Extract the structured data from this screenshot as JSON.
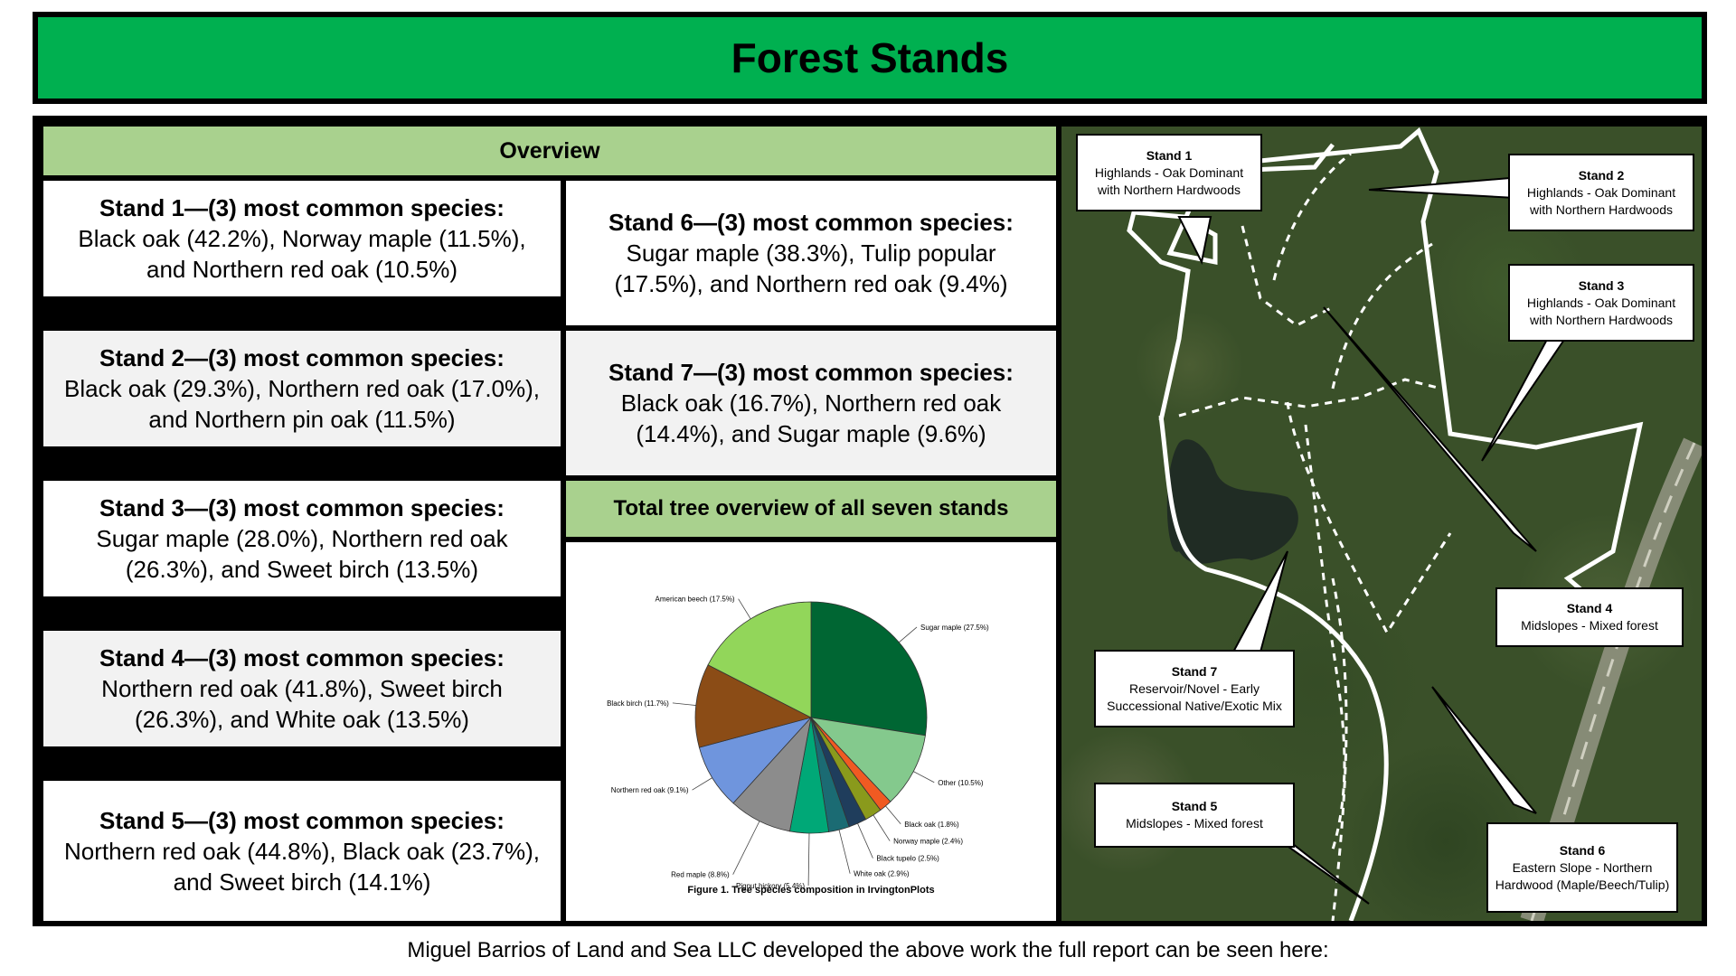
{
  "title": "Forest Stands",
  "overview_header": "Overview",
  "stands": [
    {
      "title": "Stand 1—(3) most common species:",
      "text": "Black oak (42.2%), Norway maple (11.5%), and Northern red oak (10.5%)"
    },
    {
      "title": "Stand 2—(3) most common species:",
      "text": "Black oak (29.3%), Northern red oak (17.0%), and Northern pin oak (11.5%)"
    },
    {
      "title": "Stand 3—(3) most common species:",
      "text": "Sugar maple (28.0%), Northern red oak (26.3%), and Sweet birch (13.5%)"
    },
    {
      "title": "Stand 4—(3) most common species:",
      "text": "Northern red oak (41.8%), Sweet birch (26.3%), and White oak (13.5%)"
    },
    {
      "title": "Stand 5—(3) most common species:",
      "text": "Northern red oak (44.8%), Black oak (23.7%), and Sweet birch (14.1%)"
    },
    {
      "title": "Stand 6—(3) most common species:",
      "text": "Sugar maple (38.3%), Tulip popular (17.5%), and Northern red oak (9.4%)"
    },
    {
      "title": "Stand 7—(3) most common species:",
      "text": "Black oak (16.7%), Northern red oak (14.4%), and Sugar maple (9.6%)"
    }
  ],
  "chart_header": "Total tree overview of all seven stands",
  "chart_data": {
    "type": "pie",
    "caption": "Figure 1. Tree species composition in IrvingtonPlots",
    "slices": [
      {
        "label": "Sugar maple (27.5%)",
        "value": 27.5,
        "color": "#006633"
      },
      {
        "label": "Other (10.5%)",
        "value": 10.5,
        "color": "#84c98d"
      },
      {
        "label": "Black oak (1.8%)",
        "value": 1.8,
        "color": "#f05a22"
      },
      {
        "label": "Norway maple (2.4%)",
        "value": 2.4,
        "color": "#8a9a1c"
      },
      {
        "label": "Black tupelo (2.5%)",
        "value": 2.5,
        "color": "#1f3d5c"
      },
      {
        "label": "White oak (2.9%)",
        "value": 2.9,
        "color": "#1b6b73"
      },
      {
        "label": "Pignut hickory (5.4%)",
        "value": 5.4,
        "color": "#00a877"
      },
      {
        "label": "Red maple (8.8%)",
        "value": 8.8,
        "color": "#8c8c8c"
      },
      {
        "label": "Northern red oak (9.1%)",
        "value": 9.1,
        "color": "#6f95dd"
      },
      {
        "label": "Black birch (11.7%)",
        "value": 11.7,
        "color": "#8b4c16"
      },
      {
        "label": "American beech (17.5%)",
        "value": 17.5,
        "color": "#92d65a"
      }
    ]
  },
  "map_callouts": [
    {
      "name": "Stand 1",
      "desc": "Highlands - Oak Dominant with Northern Hardwoods"
    },
    {
      "name": "Stand 2",
      "desc": "Highlands - Oak Dominant with Northern Hardwoods"
    },
    {
      "name": "Stand 3",
      "desc": "Highlands - Oak Dominant with Northern Hardwoods"
    },
    {
      "name": "Stand 4",
      "desc": "Midslopes - Mixed forest"
    },
    {
      "name": "Stand 5",
      "desc": "Midslopes - Mixed forest"
    },
    {
      "name": "Stand 6",
      "desc": "Eastern Slope - Northern Hardwood (Maple/Beech/Tulip)"
    },
    {
      "name": "Stand 7",
      "desc": "Reservoir/Novel - Early Successional Native/Exotic Mix"
    }
  ],
  "footer": "Miguel Barrios of Land and Sea LLC developed the above work the full report can be seen here:"
}
